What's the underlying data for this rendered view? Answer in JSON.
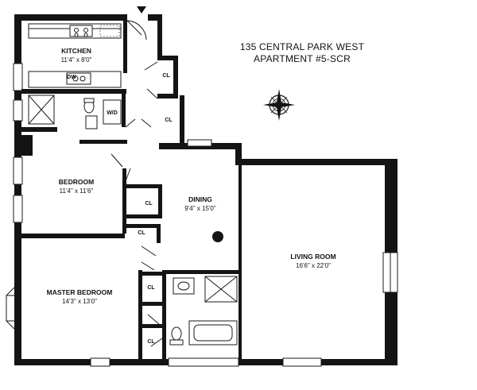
{
  "header": {
    "address": "135 CENTRAL PARK WEST",
    "apartment": "APARTMENT #5-SCR"
  },
  "rooms": {
    "kitchen": {
      "name": "KITCHEN",
      "dims": "11'4\" x 8'0\""
    },
    "bedroom": {
      "name": "BEDROOM",
      "dims": "11'4\" x 11'6\""
    },
    "dining": {
      "name": "DINING",
      "dims": "9'4\" x 15'0\""
    },
    "living_room": {
      "name": "LIVING ROOM",
      "dims": "16'6\" x 22'0\""
    },
    "master_bedroom": {
      "name": "MASTER BEDROOM",
      "dims": "14'3\" x 13'0\""
    }
  },
  "fixtures": {
    "closet": "CL",
    "washer_dryer": "W/D",
    "dishwasher": "DW"
  },
  "colors": {
    "wall": "#141414",
    "background": "#ffffff"
  },
  "icons": [
    "entry-arrow-icon",
    "compass-rose-icon",
    "column-dot-icon"
  ]
}
